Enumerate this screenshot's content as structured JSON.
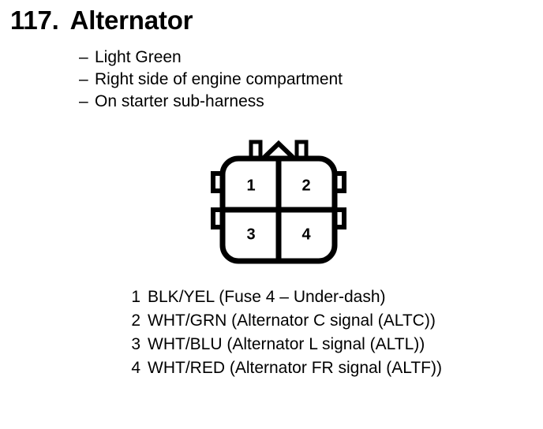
{
  "document": {
    "item_number": "117.",
    "title": "Alternator",
    "ink_color": "#000000",
    "background_color": "#ffffff"
  },
  "attributes": {
    "dash": "–",
    "items": [
      "Light Green",
      "Right side of engine compartment",
      "On starter sub-harness"
    ]
  },
  "connector": {
    "name": "4-cavity connector",
    "cavity_labels": [
      "1",
      "2",
      "3",
      "4"
    ],
    "rows": 2,
    "columns": 2,
    "top_posts": 2,
    "side_tabs_per_side": 2,
    "has_latch_peak": true
  },
  "pin_legend": [
    {
      "pin": "1",
      "description": "BLK/YEL (Fuse 4 – Under-dash)"
    },
    {
      "pin": "2",
      "description": "WHT/GRN (Alternator C signal (ALTC))"
    },
    {
      "pin": "3",
      "description": "WHT/BLU (Alternator L signal (ALTL))"
    },
    {
      "pin": "4",
      "description": "WHT/RED (Alternator FR signal (ALTF))"
    }
  ]
}
